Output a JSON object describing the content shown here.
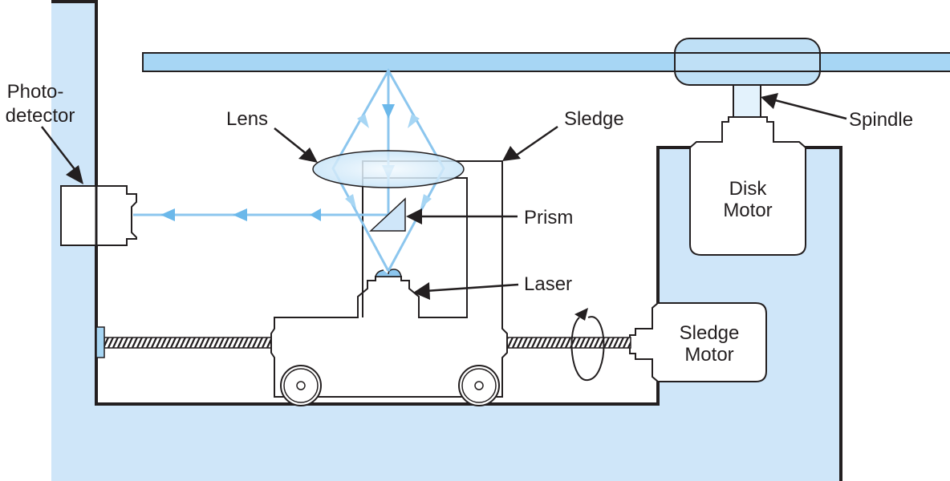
{
  "diagram": {
    "title": "Optical disk drive mechanism",
    "colors": {
      "housing": "#cfe6f9",
      "disk": "#a7d6f4",
      "beam": "#8cc6ee",
      "beam_dark": "#6bb8ea",
      "outline": "#231f20"
    },
    "labels": {
      "photodetector_line1": "Photo-",
      "photodetector_line2": "detector",
      "lens": "Lens",
      "sledge": "Sledge",
      "prism": "Prism",
      "laser": "Laser",
      "spindle": "Spindle",
      "disk_motor_line1": "Disk",
      "disk_motor_line2": "Motor",
      "sledge_motor_line1": "Sledge",
      "sledge_motor_line2": "Motor"
    }
  }
}
